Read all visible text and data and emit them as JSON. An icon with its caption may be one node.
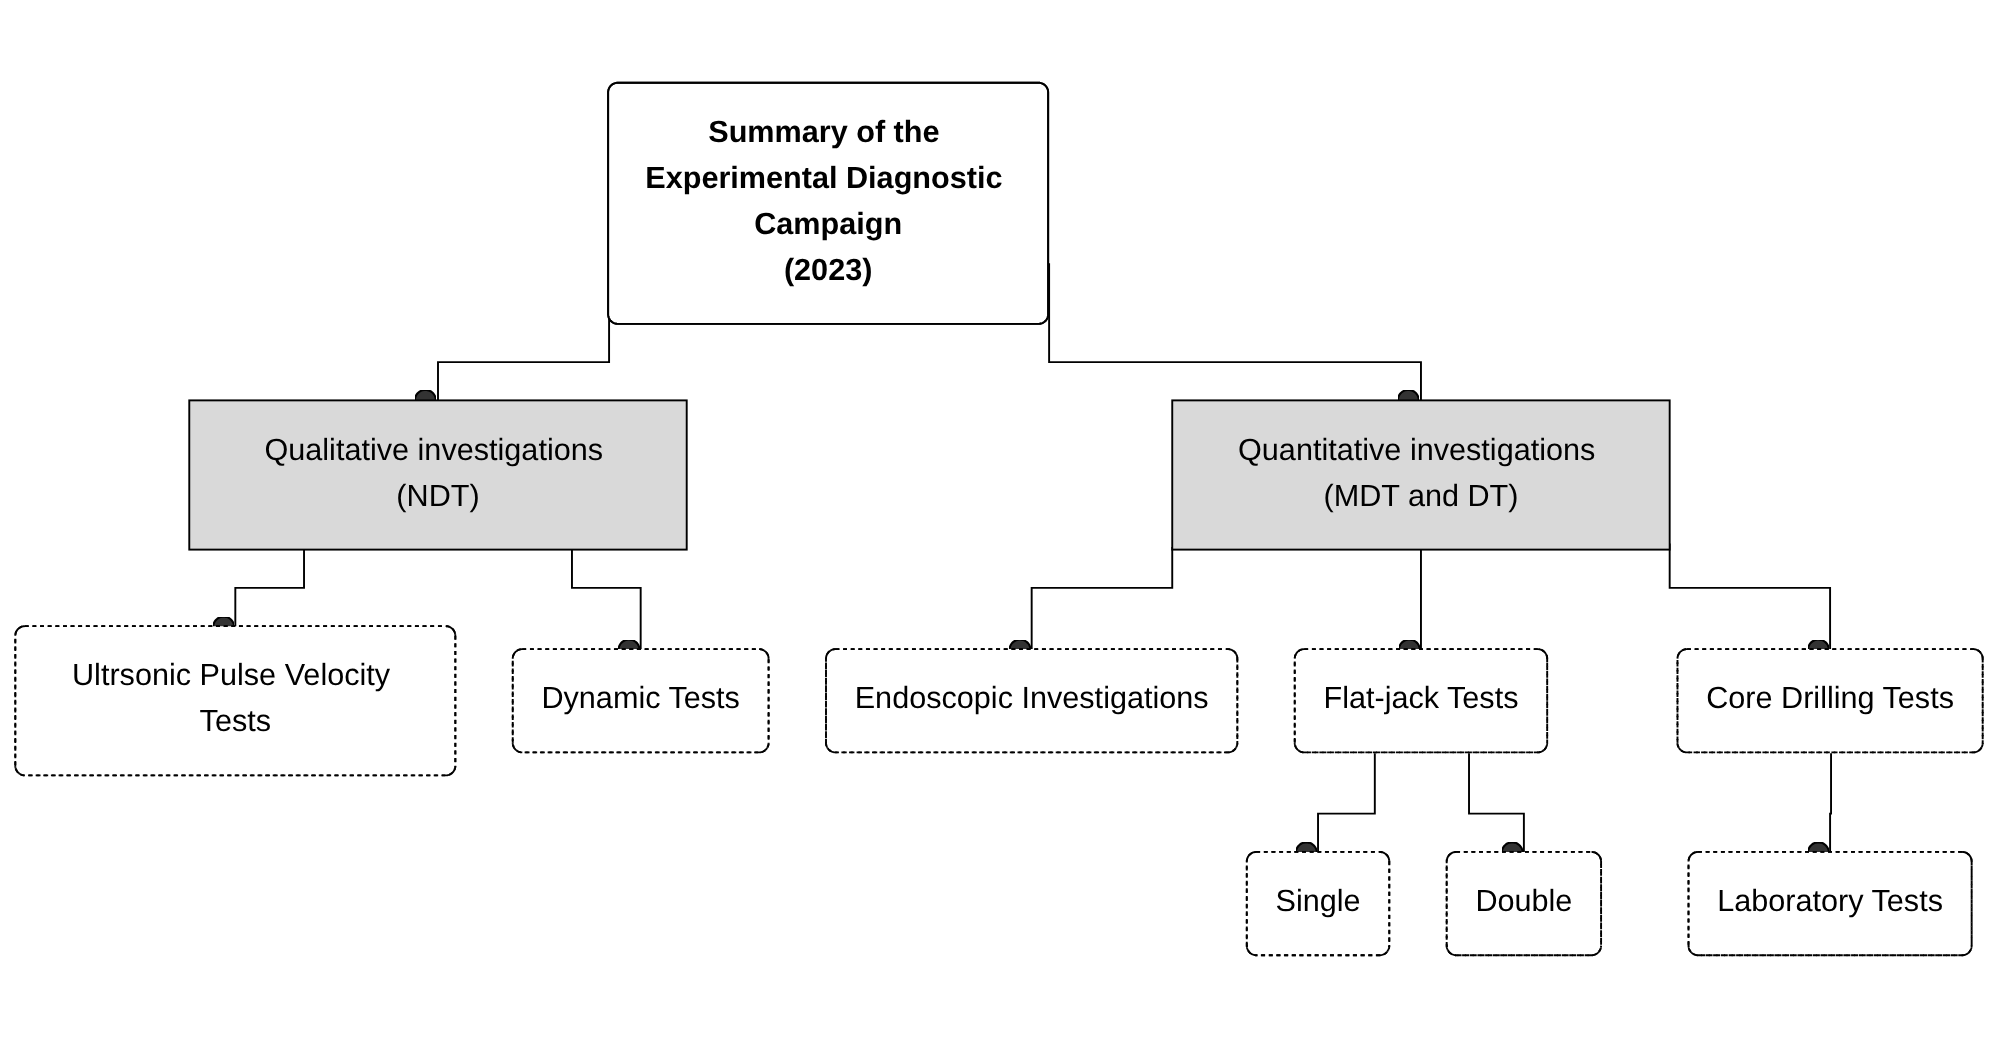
{
  "diagram": {
    "nodes": [
      {
        "text": [
          "Summary of the Experimental Diagnostic Campaign",
          "(2023)"
        ]
      },
      {
        "text": [
          "Qualitative investigations (NDT)"
        ]
      },
      {
        "text": [
          "Quantitative investigations (MDT and DT)"
        ]
      },
      {
        "text": [
          "Ultrsonic Pulse Velocity Tests"
        ]
      },
      {
        "text": [
          "Dynamic Tests"
        ]
      },
      {
        "text": [
          "Endoscopic Investigations"
        ]
      },
      {
        "text": [
          "Flat-jack Tests"
        ]
      },
      {
        "text": [
          "Core Drilling Tests"
        ]
      },
      {
        "text": [
          "Single"
        ]
      },
      {
        "text": [
          "Double"
        ]
      },
      {
        "text": [
          "Laboratory Tests"
        ]
      }
    ],
    "edges": [
      {
        "from": 0,
        "to": 1,
        "arrow": "other"
      },
      {
        "from": 0,
        "to": 2,
        "arrow": "other"
      },
      {
        "from": 1,
        "to": 3,
        "arrow": "other"
      },
      {
        "from": 1,
        "to": 4,
        "arrow": "other"
      },
      {
        "from": 2,
        "to": 5,
        "arrow": "other"
      },
      {
        "from": 2,
        "to": 6,
        "arrow": "other"
      },
      {
        "from": 2,
        "to": 7,
        "arrow": "other"
      },
      {
        "from": 6,
        "to": 8,
        "arrow": "other"
      },
      {
        "from": 6,
        "to": 9,
        "arrow": "other"
      },
      {
        "from": 7,
        "to": 10,
        "arrow": "other"
      }
    ]
  }
}
